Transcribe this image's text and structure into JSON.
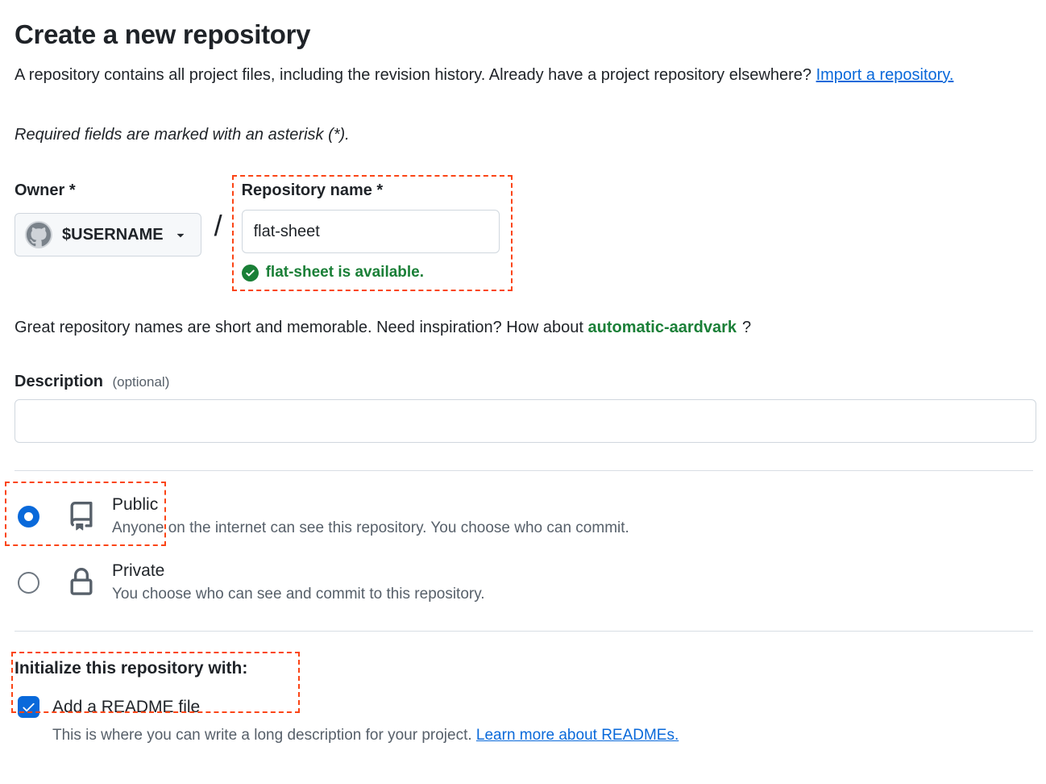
{
  "header": {
    "title": "Create a new repository",
    "intro": "A repository contains all project files, including the revision history. Already have a project repository elsewhere?",
    "import_link": "Import a repository.",
    "required_note": "Required fields are marked with an asterisk (*)."
  },
  "owner_field": {
    "label": "Owner",
    "required_marker": "*",
    "selected_owner": "$USERNAME"
  },
  "slash_separator": "/",
  "repo_name_field": {
    "label": "Repository name",
    "required_marker": "*",
    "value": "flat-sheet",
    "availability_message": "flat-sheet is available."
  },
  "name_suggestion": {
    "text": "Great repository names are short and memorable. Need inspiration? How about",
    "suggested_name": "automatic-aardvark",
    "suffix": "?"
  },
  "description_field": {
    "label": "Description",
    "optional_label": "(optional)",
    "value": ""
  },
  "visibility_options": {
    "public": {
      "label": "Public",
      "description": "Anyone on the internet can see this repository. You choose who can commit.",
      "selected": true
    },
    "private": {
      "label": "Private",
      "description": "You choose who can see and commit to this repository.",
      "selected": false
    }
  },
  "initialize_section": {
    "heading": "Initialize this repository with:",
    "readme_checkbox": {
      "label": "Add a README file",
      "checked": true,
      "help_text": "This is where you can write a long description for your project.",
      "help_link": "Learn more about READMEs."
    }
  },
  "colors": {
    "accent_blue": "#0969da",
    "link_blue": "#0969da",
    "success_green": "#1a7f37",
    "annotation_orange": "#fb4516",
    "border_gray": "#d0d7de",
    "muted_text": "#57606a"
  }
}
